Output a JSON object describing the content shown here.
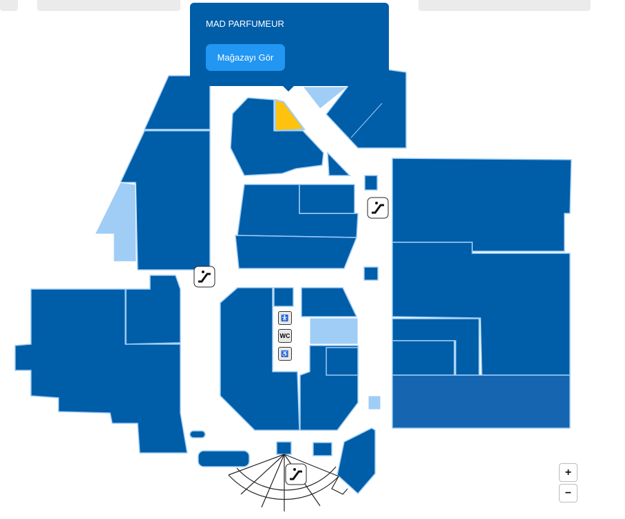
{
  "popup": {
    "store_name": "MAD PARFUMEUR",
    "view_store_label": "Mağazayı Gör"
  },
  "zoom": {
    "in_label": "+",
    "out_label": "−"
  },
  "amenities": {
    "wc_label": "WC",
    "baby_label": "🚼",
    "accessible_label": "♿"
  },
  "icons": [
    "escalator-icon",
    "baby-changing-icon",
    "wc-icon",
    "wheelchair-icon"
  ],
  "colors": {
    "store": "#005da8",
    "store_alt": "#9fcdf5",
    "selected": "#ffc20e",
    "button": "#2196f3"
  }
}
